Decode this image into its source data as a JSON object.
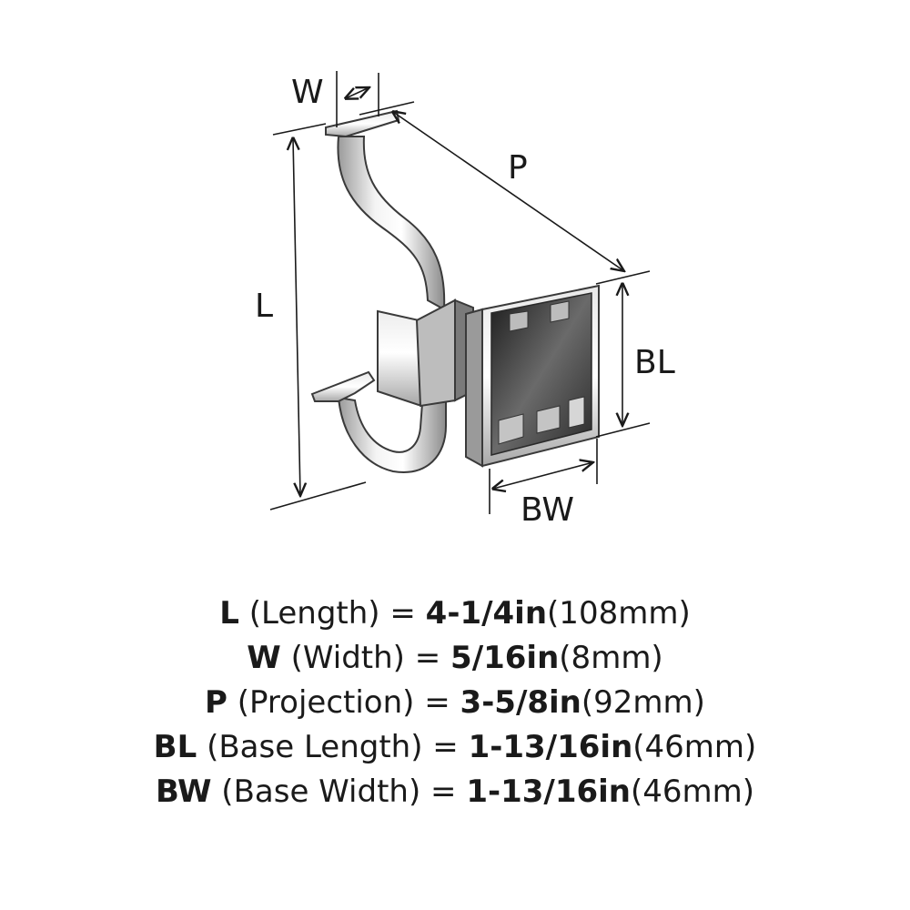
{
  "diagram": {
    "labels": {
      "w": "W",
      "p": "P",
      "l": "L",
      "bl": "BL",
      "bw": "BW"
    },
    "colors": {
      "line": "#1a1a1a",
      "chrome_light": "#f2f2f2",
      "chrome_mid": "#c8c8c8",
      "chrome_dark": "#2a2a2a"
    }
  },
  "specs": [
    {
      "abbr": "L",
      "desc": " (Length) = ",
      "imperial": "4-1/4in",
      "metric": "(108mm)"
    },
    {
      "abbr": "W",
      "desc": " (Width) = ",
      "imperial": "5/16in",
      "metric": "(8mm)"
    },
    {
      "abbr": "P",
      "desc": " (Projection) = ",
      "imperial": "3-5/8in",
      "metric": "(92mm)"
    },
    {
      "abbr": "BL",
      "desc": " (Base Length) = ",
      "imperial": "1-13/16in",
      "metric": "(46mm)"
    },
    {
      "abbr": "BW",
      "desc": " (Base Width) = ",
      "imperial": "1-13/16in",
      "metric": "(46mm)"
    }
  ]
}
